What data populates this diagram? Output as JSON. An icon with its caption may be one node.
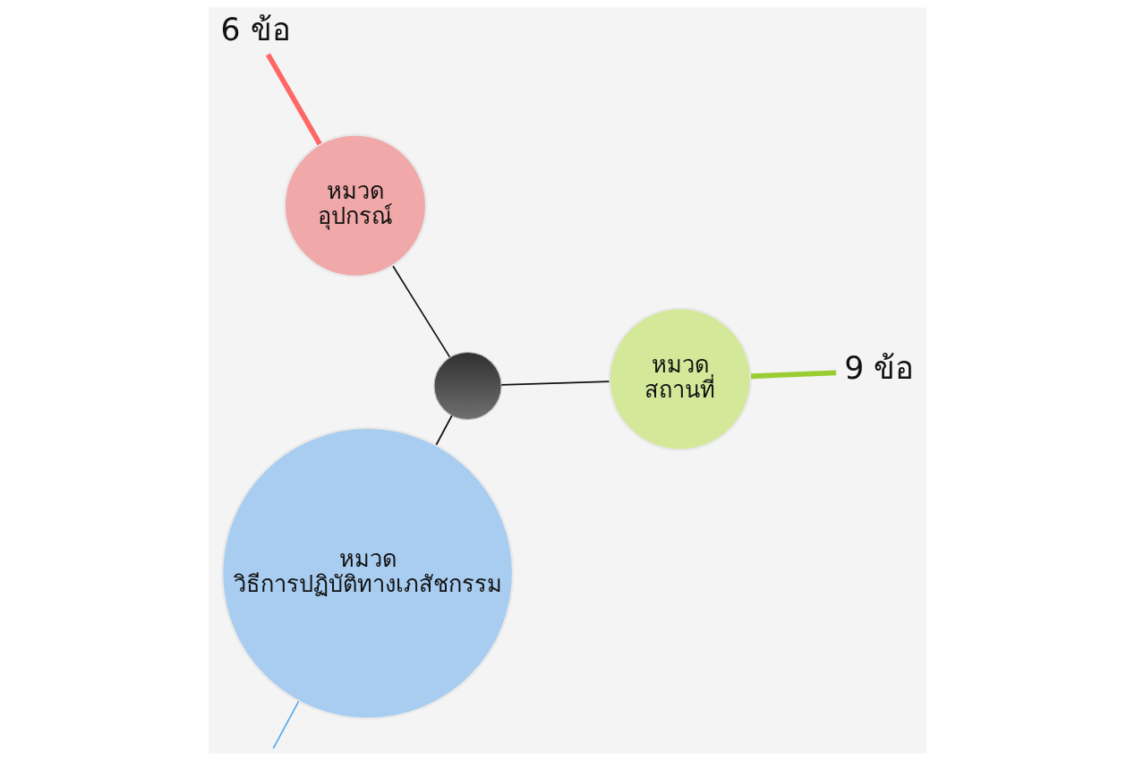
{
  "diagram": {
    "nodes": [
      {
        "text": [
          "หมวด",
          "สถานที่"
        ]
      },
      {
        "text": [],
        "shape": "circle"
      },
      {
        "text": [
          "หมวด",
          "วิธีการปฏิบัติทางเภสัชกรรม"
        ]
      },
      {
        "text": [
          "หมวด",
          "อุปกรณ์"
        ]
      },
      {
        "text": [
          "9 ข้อ"
        ]
      },
      {
        "text": [
          "6 ข้อ"
        ]
      }
    ],
    "edges": [
      {
        "from": 0,
        "to": 1,
        "arrow": "none"
      },
      {
        "from": 1,
        "to": 2,
        "arrow": "none"
      },
      {
        "from": 3,
        "to": 1,
        "arrow": "none"
      },
      {
        "from": 4,
        "to": 0,
        "arrow": "none",
        "style": "thick",
        "color": "#9acd32"
      },
      {
        "from": 5,
        "to": 3,
        "arrow": "none",
        "style": "thick",
        "color": "#ff6666"
      },
      {
        "from": null,
        "to": 2,
        "arrow": "none",
        "color": "#5aaaf0"
      }
    ]
  }
}
